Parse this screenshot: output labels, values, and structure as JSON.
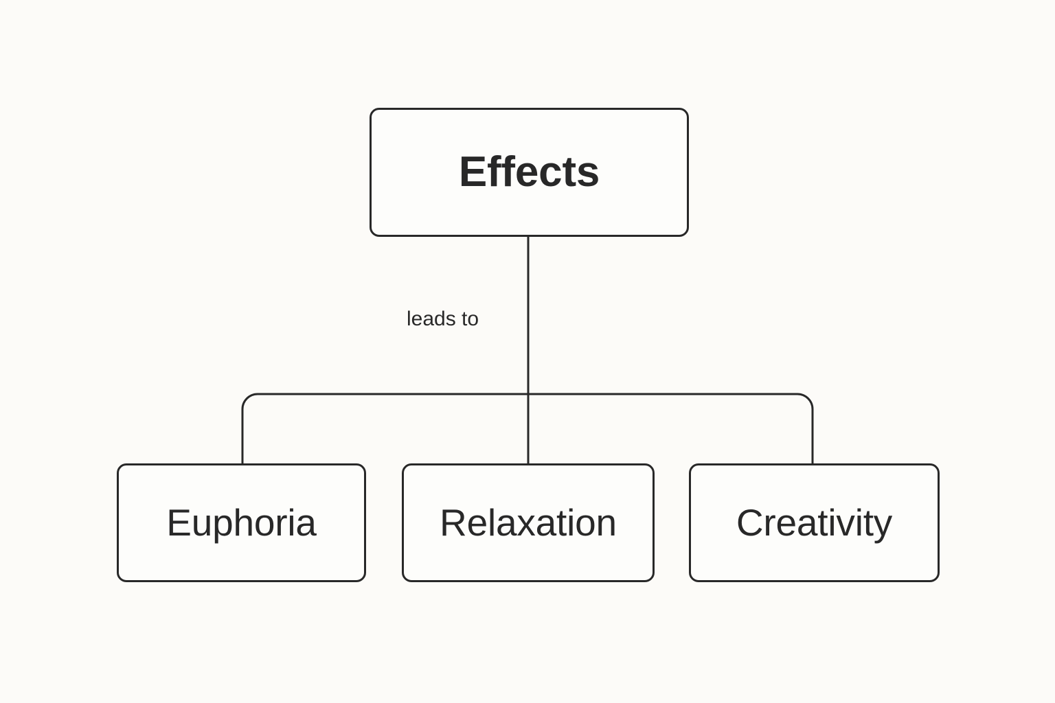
{
  "diagram": {
    "title": "Effects",
    "background_color": "#FCFBF8",
    "stroke_color": "#282828",
    "node_fill_color": "#FDFDFB",
    "root": {
      "id": "effects",
      "label": "Effects"
    },
    "edge_labels": {
      "leads_to": "leads to"
    },
    "children": [
      {
        "id": "euphoria",
        "label": "Euphoria"
      },
      {
        "id": "relaxation",
        "label": "Relaxation"
      },
      {
        "id": "creativity",
        "label": "Creativity"
      }
    ]
  }
}
